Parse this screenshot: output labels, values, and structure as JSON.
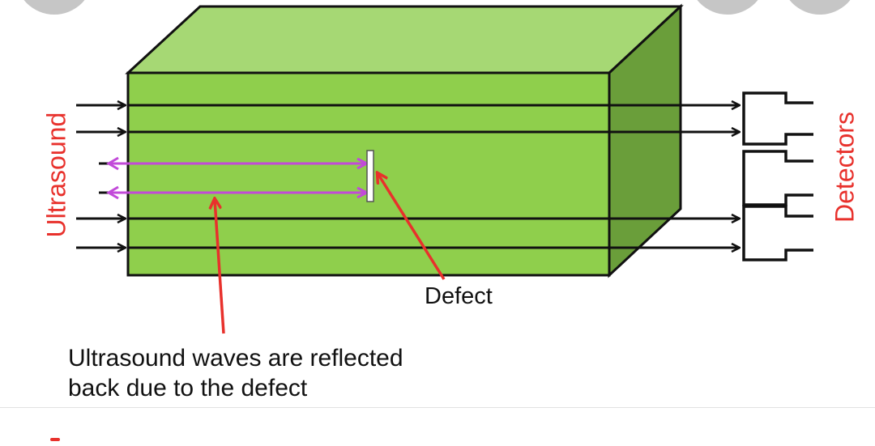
{
  "labels": {
    "source": "Ultrasound",
    "receivers": "Detectors",
    "defect": "Defect",
    "caption_line1": "Ultrasound waves are reflected",
    "caption_line2": "back due to the defect"
  },
  "colors": {
    "front_face": "#8fcf4c",
    "top_face": "#a6d874",
    "side_face": "#6a9e3a",
    "reflected_wave": "#c24ad9",
    "annotation": "#e8312c",
    "outline": "#111111",
    "defect_fill": "#ffffff"
  },
  "beams": [
    {
      "reflected": false
    },
    {
      "reflected": false
    },
    {
      "reflected": true
    },
    {
      "reflected": true
    },
    {
      "reflected": false
    },
    {
      "reflected": false
    }
  ]
}
